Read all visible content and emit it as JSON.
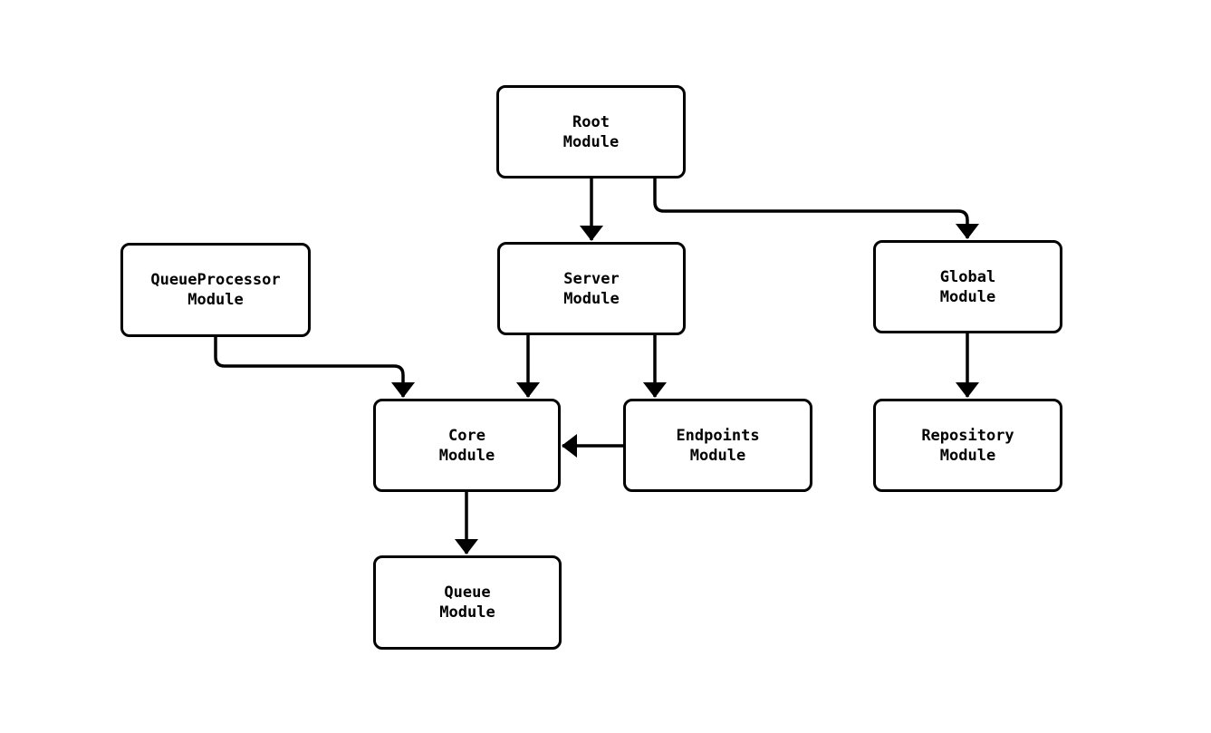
{
  "diagram": {
    "type": "flowchart",
    "background_color": "#ffffff",
    "node_fill_color": "#ffffff",
    "line_color": "#000000",
    "text_color": "#000000",
    "nodes": {
      "root": {
        "line1": "Root",
        "line2": "Module"
      },
      "server": {
        "line1": "Server",
        "line2": "Module"
      },
      "global": {
        "line1": "Global",
        "line2": "Module"
      },
      "queue_processor": {
        "line1": "QueueProcessor",
        "line2": "Module"
      },
      "core": {
        "line1": "Core",
        "line2": "Module"
      },
      "endpoints": {
        "line1": "Endpoints",
        "line2": "Module"
      },
      "repository": {
        "line1": "Repository",
        "line2": "Module"
      },
      "queue": {
        "line1": "Queue",
        "line2": "Module"
      }
    },
    "edges": [
      {
        "from": "Root Module",
        "to": "Server Module"
      },
      {
        "from": "Root Module",
        "to": "Global Module"
      },
      {
        "from": "Server Module",
        "to": "Core Module"
      },
      {
        "from": "Server Module",
        "to": "Endpoints Module"
      },
      {
        "from": "QueueProcessor Module",
        "to": "Core Module"
      },
      {
        "from": "Endpoints Module",
        "to": "Core Module"
      },
      {
        "from": "Global Module",
        "to": "Repository Module"
      },
      {
        "from": "Core Module",
        "to": "Queue Module"
      }
    ]
  }
}
